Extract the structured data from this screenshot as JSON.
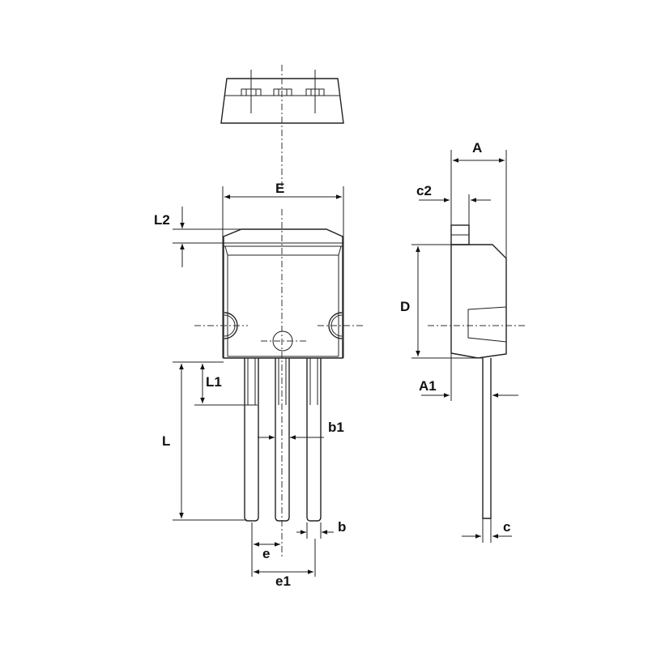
{
  "title": "Package mechanical drawing",
  "labels": {
    "E": "E",
    "L2": "L2",
    "L1": "L1",
    "L": "L",
    "b1": "b1",
    "b": "b",
    "e": "e",
    "e1": "e1",
    "A": "A",
    "c2": "c2",
    "D": "D",
    "A1": "A1",
    "c": "c"
  },
  "colors": {
    "line": "#222222",
    "background": "#ffffff"
  }
}
